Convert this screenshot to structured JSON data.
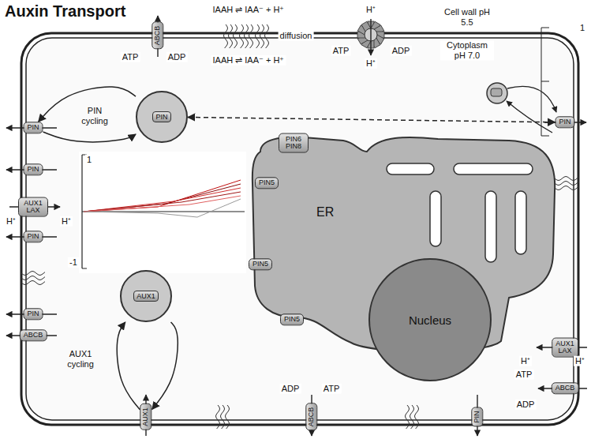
{
  "diagram": {
    "title": "Auxin Transport",
    "nodes": [
      {
        "text": [
          "ABCB"
        ]
      },
      {
        "text": [
          "PIN cycling",
          "PIN"
        ]
      },
      {
        "text": [
          "PIN"
        ]
      },
      {
        "text": [
          "PIN"
        ]
      },
      {
        "text": [
          "PIN6 PIN8"
        ]
      },
      {
        "text": [
          "PIN"
        ]
      },
      {
        "text": [
          "PIN5"
        ]
      },
      {
        "text": [
          "AUX1 LAX"
        ]
      },
      {
        "text": [
          "PIN"
        ]
      },
      {
        "text": [
          "PIN5"
        ]
      },
      {
        "text": [
          "AUX1",
          "AUX1 cycling"
        ]
      },
      {
        "text": [
          "PIN"
        ]
      },
      {
        "text": [
          "ER"
        ]
      },
      {
        "text": [
          "PIN5"
        ]
      },
      {
        "text": [
          "ABCB"
        ]
      },
      {
        "text": [
          "Nucleus"
        ]
      },
      {
        "text": [
          "AUX1 LAX"
        ]
      },
      {
        "text": [
          "ABCB"
        ]
      },
      {
        "text": [
          "AUX1"
        ]
      },
      {
        "text": [
          "ABCB"
        ]
      },
      {
        "text": [
          "PIN"
        ]
      }
    ],
    "edges": [
      {
        "from": 1,
        "to": 2,
        "arrow": "to"
      },
      {
        "from": 2,
        "to": 1,
        "arrow": "to"
      },
      {
        "from": 10,
        "to": 18,
        "arrow": "to"
      },
      {
        "from": 18,
        "to": 10,
        "arrow": "to"
      },
      {
        "from": 1,
        "to": 3,
        "arrow": "both"
      }
    ],
    "labels": [
      "IAAH ⇌ IAA⁻ + H⁺",
      "H⁺",
      "Cell wall pH 5.5",
      "1",
      "diffusion",
      "ATP",
      "ADP",
      "ATP",
      "ADP",
      "IAAH ⇌ IAA⁻ + H⁺",
      "H⁺",
      "Cytoplasm pH 7.0",
      "1",
      "H⁺",
      "H⁺",
      "-1",
      "H⁺",
      "H⁺",
      "ATP",
      "ADP",
      "ADP",
      "ATP"
    ]
  }
}
